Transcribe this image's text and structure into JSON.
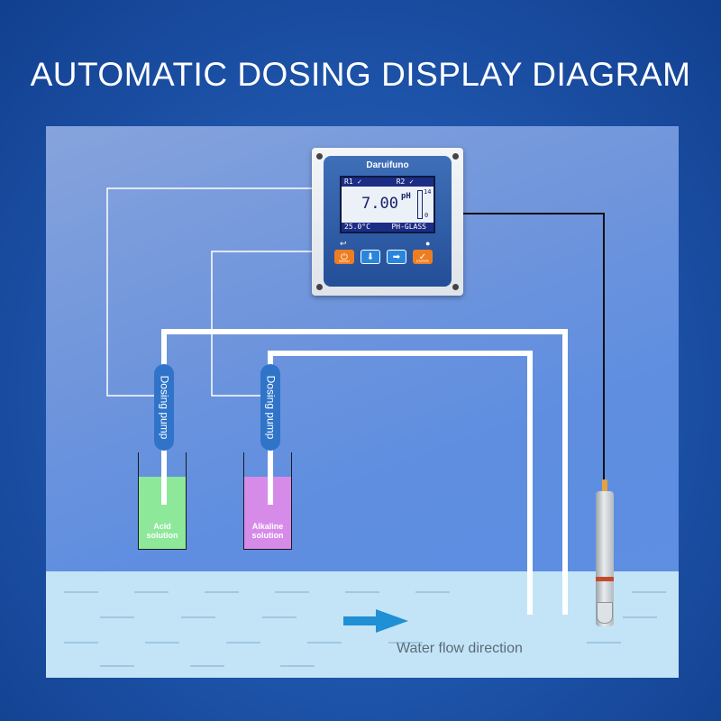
{
  "title": "AUTOMATIC DOSING DISPLAY DIAGRAM",
  "controller": {
    "brand": "Daruifuno",
    "relay1": "R1",
    "relay2": "R2",
    "reading": "7.00",
    "unit": "pH",
    "gauge_max": "14",
    "gauge_min": "0",
    "temperature": "25.0°C",
    "sensor_type": "PH-GLASS",
    "buttons": {
      "menu": "MENU",
      "enter": "ENTER"
    }
  },
  "pumps": [
    {
      "label": "Dosing pump"
    },
    {
      "label": "Dosing pump"
    }
  ],
  "containers": [
    {
      "label": "Acid\nsolution",
      "color": "#8ee89a"
    },
    {
      "label": "Alkaline\nsolution",
      "color": "#d68be9"
    }
  ],
  "flow": {
    "label": "Water flow direction",
    "arrow_color": "#1f8fd6"
  },
  "colors": {
    "pipe": "#ffffff",
    "probe_cable": "#111111",
    "water": "#c3e4f6"
  }
}
